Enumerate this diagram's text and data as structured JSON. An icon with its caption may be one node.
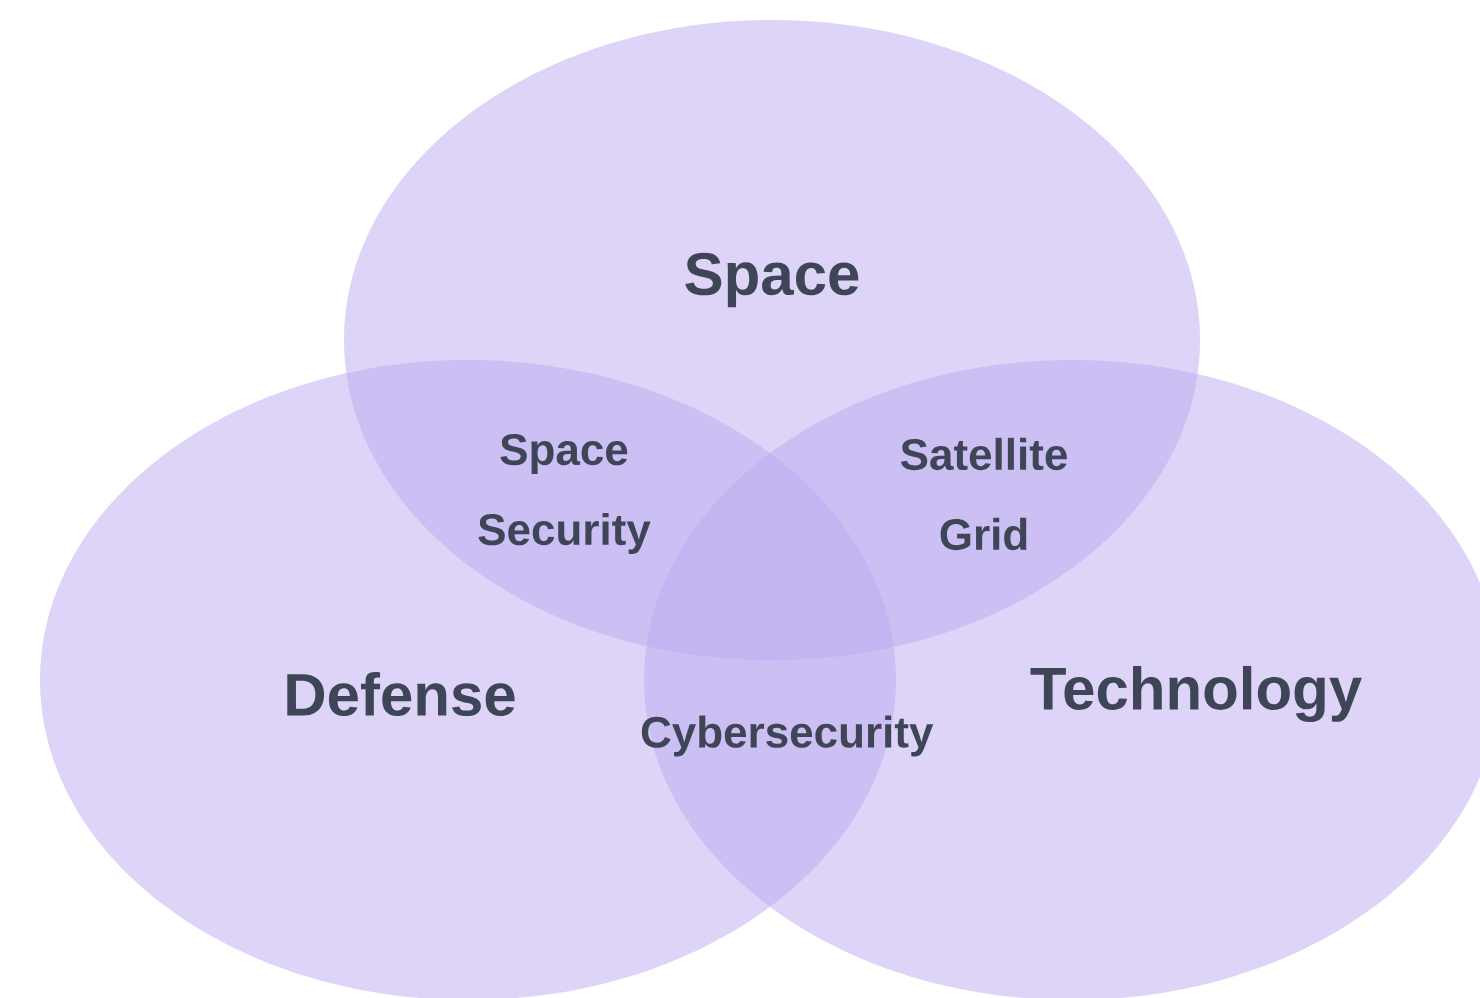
{
  "diagram": {
    "nodes": [
      {
        "text": [
          "Space"
        ]
      },
      {
        "text": [
          "Defense"
        ]
      },
      {
        "text": [
          "Technology"
        ]
      }
    ],
    "labels": [
      "Space Security",
      "Satellite Grid",
      "Cybersecurity"
    ]
  }
}
